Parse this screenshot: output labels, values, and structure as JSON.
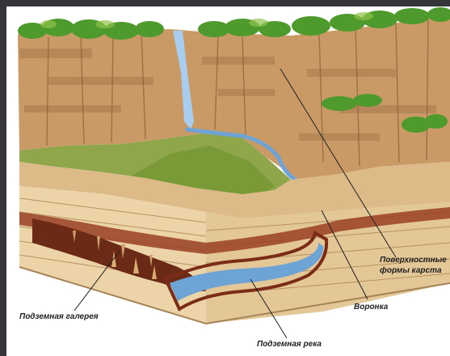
{
  "labels": {
    "surface_line1": "Поверхностные",
    "surface_line2": "формы карста",
    "sinkhole": "Воронка",
    "gallery": "Подземная галерея",
    "river": "Подземная река"
  },
  "colors": {
    "frame": "#35363a",
    "paper": "#ffffff",
    "limestone": "#e8cfa5",
    "cliff": "#c79a6a",
    "clay_layer": "#9a3f24",
    "water": "#6ea3d6",
    "grass": "#7fae3a",
    "trees": "#4f9a2c"
  }
}
